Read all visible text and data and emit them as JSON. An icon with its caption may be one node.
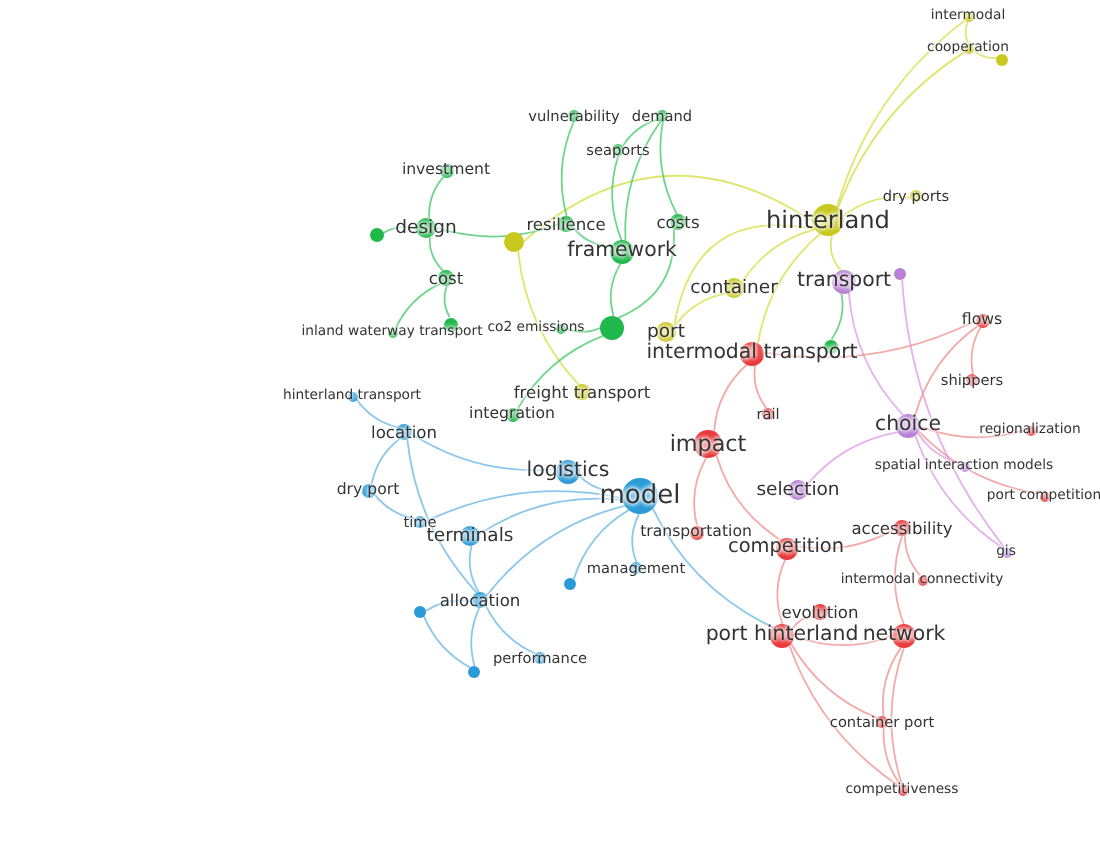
{
  "diagram": {
    "nodes": [
      {
        "text": [
          "intermodal"
        ]
      },
      {
        "text": [
          "cooperation"
        ]
      },
      {
        "text": [],
        "shape": "circle"
      },
      {
        "text": [
          "vulnerability"
        ]
      },
      {
        "text": [
          "demand"
        ]
      },
      {
        "text": [
          "seaports"
        ]
      },
      {
        "text": [
          "investment"
        ]
      },
      {
        "text": [
          "dry ports"
        ]
      },
      {
        "text": [
          "hinterland"
        ]
      },
      {
        "text": [
          "resilience"
        ]
      },
      {
        "text": [
          "costs"
        ]
      },
      {
        "text": [
          "design"
        ]
      },
      {
        "text": [],
        "shape": "circle"
      },
      {
        "text": [],
        "shape": "circle"
      },
      {
        "text": [
          "framework"
        ]
      },
      {
        "text": [],
        "shape": "circle"
      },
      {
        "text": [
          "cost"
        ]
      },
      {
        "text": [
          "transport"
        ]
      },
      {
        "text": [
          "container"
        ]
      },
      {
        "text": [
          "flows"
        ]
      },
      {
        "text": [],
        "shape": "circle"
      },
      {
        "text": [
          "co2 emissions"
        ]
      },
      {
        "text": [],
        "shape": "circle"
      },
      {
        "text": [
          "port"
        ]
      },
      {
        "text": [
          "inland waterway transport"
        ]
      },
      {
        "text": [],
        "shape": "circle"
      },
      {
        "text": [
          "intermodal transport"
        ]
      },
      {
        "text": [
          "shippers"
        ]
      },
      {
        "text": [
          "freight transport"
        ]
      },
      {
        "text": [
          "hinterland transport"
        ]
      },
      {
        "text": [
          "integration"
        ]
      },
      {
        "text": [
          "rail"
        ]
      },
      {
        "text": [
          "location"
        ]
      },
      {
        "text": [
          "choice"
        ]
      },
      {
        "text": [
          "regionalization"
        ]
      },
      {
        "text": [
          "impact"
        ]
      },
      {
        "text": [
          "spatial interaction models"
        ]
      },
      {
        "text": [
          "logistics"
        ]
      },
      {
        "text": [
          "dry port"
        ]
      },
      {
        "text": [
          "selection"
        ]
      },
      {
        "text": [
          "model"
        ]
      },
      {
        "text": [
          "port competition"
        ]
      },
      {
        "text": [
          "time"
        ]
      },
      {
        "text": [
          "accessibility"
        ]
      },
      {
        "text": [
          "transportation"
        ]
      },
      {
        "text": [
          "terminals"
        ]
      },
      {
        "text": [
          "competition"
        ]
      },
      {
        "text": [
          "gis"
        ]
      },
      {
        "text": [
          "management"
        ]
      },
      {
        "text": [
          "intermodal connectivity"
        ]
      },
      {
        "text": [],
        "shape": "circle"
      },
      {
        "text": [
          "allocation"
        ]
      },
      {
        "text": [],
        "shape": "circle"
      },
      {
        "text": [
          "evolution"
        ]
      },
      {
        "text": [
          "port hinterland"
        ]
      },
      {
        "text": [
          "network"
        ]
      },
      {
        "text": [
          "performance"
        ]
      },
      {
        "text": [],
        "shape": "circle"
      },
      {
        "text": [
          "container port"
        ]
      },
      {
        "text": [
          "competitiveness"
        ]
      }
    ],
    "edges": [
      {
        "from": 0,
        "to": 1,
        "arrow": "none",
        "color": "#d4dc3c"
      },
      {
        "from": 1,
        "to": 2,
        "arrow": "none",
        "color": "#d4dc3c"
      },
      {
        "from": 1,
        "to": 8,
        "arrow": "none",
        "color": "#d4dc3c"
      },
      {
        "from": 0,
        "to": 8,
        "arrow": "none",
        "color": "#d4dc3c"
      },
      {
        "from": 7,
        "to": 8,
        "arrow": "none",
        "color": "#d4dc3c"
      },
      {
        "from": 8,
        "to": 18,
        "arrow": "none",
        "color": "#d4dc3c"
      },
      {
        "from": 8,
        "to": 17,
        "arrow": "none",
        "color": "#d4dc3c"
      },
      {
        "from": 8,
        "to": 26,
        "arrow": "none",
        "color": "#d4dc3c"
      },
      {
        "from": 8,
        "to": 23,
        "arrow": "none",
        "color": "#d4dc3c"
      },
      {
        "from": 8,
        "to": 13,
        "arrow": "none",
        "color": "#d4dc3c"
      },
      {
        "from": 18,
        "to": 23,
        "arrow": "none",
        "color": "#d4dc3c"
      },
      {
        "from": 13,
        "to": 28,
        "arrow": "none",
        "color": "#d4dc3c"
      },
      {
        "from": 3,
        "to": 9,
        "arrow": "none",
        "color": "#3cc864"
      },
      {
        "from": 4,
        "to": 5,
        "arrow": "none",
        "color": "#3cc864"
      },
      {
        "from": 4,
        "to": 14,
        "arrow": "none",
        "color": "#3cc864"
      },
      {
        "from": 4,
        "to": 10,
        "arrow": "none",
        "color": "#3cc864"
      },
      {
        "from": 5,
        "to": 14,
        "arrow": "none",
        "color": "#3cc864"
      },
      {
        "from": 6,
        "to": 11,
        "arrow": "none",
        "color": "#3cc864"
      },
      {
        "from": 11,
        "to": 12,
        "arrow": "none",
        "color": "#3cc864"
      },
      {
        "from": 11,
        "to": 16,
        "arrow": "none",
        "color": "#3cc864"
      },
      {
        "from": 11,
        "to": 9,
        "arrow": "none",
        "color": "#3cc864"
      },
      {
        "from": 16,
        "to": 24,
        "arrow": "none",
        "color": "#3cc864"
      },
      {
        "from": 16,
        "to": 20,
        "arrow": "none",
        "color": "#3cc864"
      },
      {
        "from": 9,
        "to": 14,
        "arrow": "none",
        "color": "#3cc864"
      },
      {
        "from": 14,
        "to": 22,
        "arrow": "none",
        "color": "#3cc864"
      },
      {
        "from": 10,
        "to": 22,
        "arrow": "none",
        "color": "#3cc864"
      },
      {
        "from": 21,
        "to": 22,
        "arrow": "none",
        "color": "#3cc864"
      },
      {
        "from": 22,
        "to": 30,
        "arrow": "none",
        "color": "#3cc864"
      },
      {
        "from": 25,
        "to": 17,
        "arrow": "none",
        "color": "#3cc864"
      },
      {
        "from": 29,
        "to": 32,
        "arrow": "none",
        "color": "#64b4e6"
      },
      {
        "from": 32,
        "to": 38,
        "arrow": "none",
        "color": "#64b4e6"
      },
      {
        "from": 32,
        "to": 37,
        "arrow": "none",
        "color": "#64b4e6"
      },
      {
        "from": 32,
        "to": 51,
        "arrow": "none",
        "color": "#64b4e6"
      },
      {
        "from": 37,
        "to": 40,
        "arrow": "none",
        "color": "#64b4e6"
      },
      {
        "from": 40,
        "to": 45,
        "arrow": "none",
        "color": "#64b4e6"
      },
      {
        "from": 40,
        "to": 51,
        "arrow": "none",
        "color": "#64b4e6"
      },
      {
        "from": 40,
        "to": 48,
        "arrow": "none",
        "color": "#64b4e6"
      },
      {
        "from": 40,
        "to": 42,
        "arrow": "none",
        "color": "#64b4e6"
      },
      {
        "from": 40,
        "to": 50,
        "arrow": "none",
        "color": "#64b4e6"
      },
      {
        "from": 45,
        "to": 51,
        "arrow": "none",
        "color": "#64b4e6"
      },
      {
        "from": 51,
        "to": 52,
        "arrow": "none",
        "color": "#64b4e6"
      },
      {
        "from": 51,
        "to": 56,
        "arrow": "none",
        "color": "#64b4e6"
      },
      {
        "from": 51,
        "to": 57,
        "arrow": "none",
        "color": "#64b4e6"
      },
      {
        "from": 52,
        "to": 57,
        "arrow": "none",
        "color": "#64b4e6"
      },
      {
        "from": 38,
        "to": 42,
        "arrow": "none",
        "color": "#64b4e6"
      },
      {
        "from": 40,
        "to": 54,
        "arrow": "none",
        "color": "#64b4e6"
      },
      {
        "from": 17,
        "to": 33,
        "arrow": "none",
        "color": "#dc96e6"
      },
      {
        "from": 15,
        "to": 47,
        "arrow": "none",
        "color": "#dc96e6"
      },
      {
        "from": 33,
        "to": 36,
        "arrow": "none",
        "color": "#dc96e6"
      },
      {
        "from": 33,
        "to": 47,
        "arrow": "none",
        "color": "#dc96e6"
      },
      {
        "from": 33,
        "to": 39,
        "arrow": "none",
        "color": "#dc96e6"
      },
      {
        "from": 26,
        "to": 31,
        "arrow": "none",
        "color": "#f08c8c"
      },
      {
        "from": 26,
        "to": 19,
        "arrow": "none",
        "color": "#f08c8c"
      },
      {
        "from": 26,
        "to": 35,
        "arrow": "none",
        "color": "#f08c8c"
      },
      {
        "from": 19,
        "to": 27,
        "arrow": "none",
        "color": "#f08c8c"
      },
      {
        "from": 19,
        "to": 33,
        "arrow": "none",
        "color": "#f08c8c"
      },
      {
        "from": 33,
        "to": 34,
        "arrow": "none",
        "color": "#f08c8c"
      },
      {
        "from": 33,
        "to": 41,
        "arrow": "none",
        "color": "#f08c8c"
      },
      {
        "from": 35,
        "to": 46,
        "arrow": "none",
        "color": "#f08c8c"
      },
      {
        "from": 35,
        "to": 44,
        "arrow": "none",
        "color": "#f08c8c"
      },
      {
        "from": 46,
        "to": 54,
        "arrow": "none",
        "color": "#f08c8c"
      },
      {
        "from": 46,
        "to": 43,
        "arrow": "none",
        "color": "#f08c8c"
      },
      {
        "from": 43,
        "to": 49,
        "arrow": "none",
        "color": "#f08c8c"
      },
      {
        "from": 43,
        "to": 55,
        "arrow": "none",
        "color": "#f08c8c"
      },
      {
        "from": 53,
        "to": 54,
        "arrow": "none",
        "color": "#f08c8c"
      },
      {
        "from": 54,
        "to": 55,
        "arrow": "none",
        "color": "#f08c8c"
      },
      {
        "from": 54,
        "to": 58,
        "arrow": "none",
        "color": "#f08c8c"
      },
      {
        "from": 55,
        "to": 58,
        "arrow": "none",
        "color": "#f08c8c"
      },
      {
        "from": 58,
        "to": 59,
        "arrow": "none",
        "color": "#f08c8c"
      },
      {
        "from": 55,
        "to": 59,
        "arrow": "none",
        "color": "#f08c8c"
      },
      {
        "from": 54,
        "to": 59,
        "arrow": "none",
        "color": "#f08c8c"
      }
    ]
  }
}
